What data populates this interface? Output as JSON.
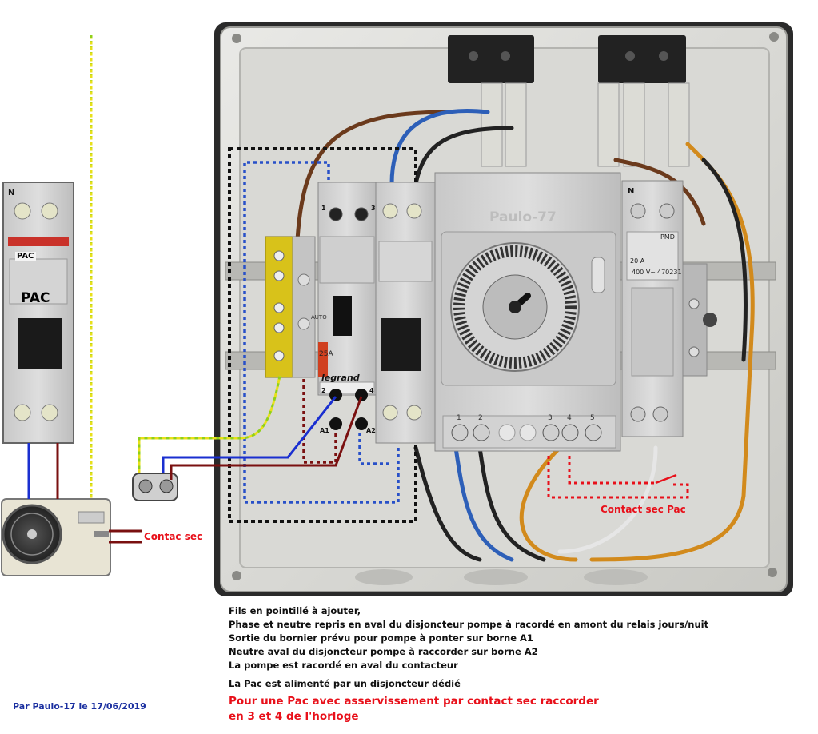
{
  "diagram": {
    "labels": {
      "pac": "PAC",
      "pac_breaker_small": "PAC",
      "contac_sec": "Contac sec",
      "contact_sec_pac": "Contact sec Pac",
      "clock_brand": "Paulo-77",
      "relay_brand": "legrand",
      "relay_auto": "AUTO",
      "relay_rating": "25A",
      "relay_terminal_1": "1",
      "relay_terminal_3": "3",
      "relay_terminal_a1": "A1",
      "relay_terminal_a2": "A2",
      "relay_terminal_2": "2",
      "relay_terminal_4": "4",
      "pmd_rating": "20 A",
      "pmd_voltage": "400 V~",
      "pmd_ref": "470231",
      "pmd_name": "PMD",
      "neutral_n": "N",
      "clock_terminals": [
        "1",
        "2",
        "3",
        "4",
        "5"
      ]
    },
    "notes": [
      "Fils en pointillé à ajouter,",
      "Phase et neutre repris en aval du disjoncteur pompe à racordé en amont du relais jours/nuit",
      "Sortie du bornier prévu pour pompe à ponter sur borne A1",
      "Neutre aval du disjoncteur pompe à raccorder sur borne A2",
      "La pompe est racordé en aval du contacteur",
      "La Pac est alimenté par un disjoncteur dédié"
    ],
    "notes_red": [
      "Pour une Pac avec asservissement par contact sec raccorder",
      "en 3 et 4 de l'horloge"
    ],
    "author": "Par Paulo-17 le 17/06/2019"
  }
}
